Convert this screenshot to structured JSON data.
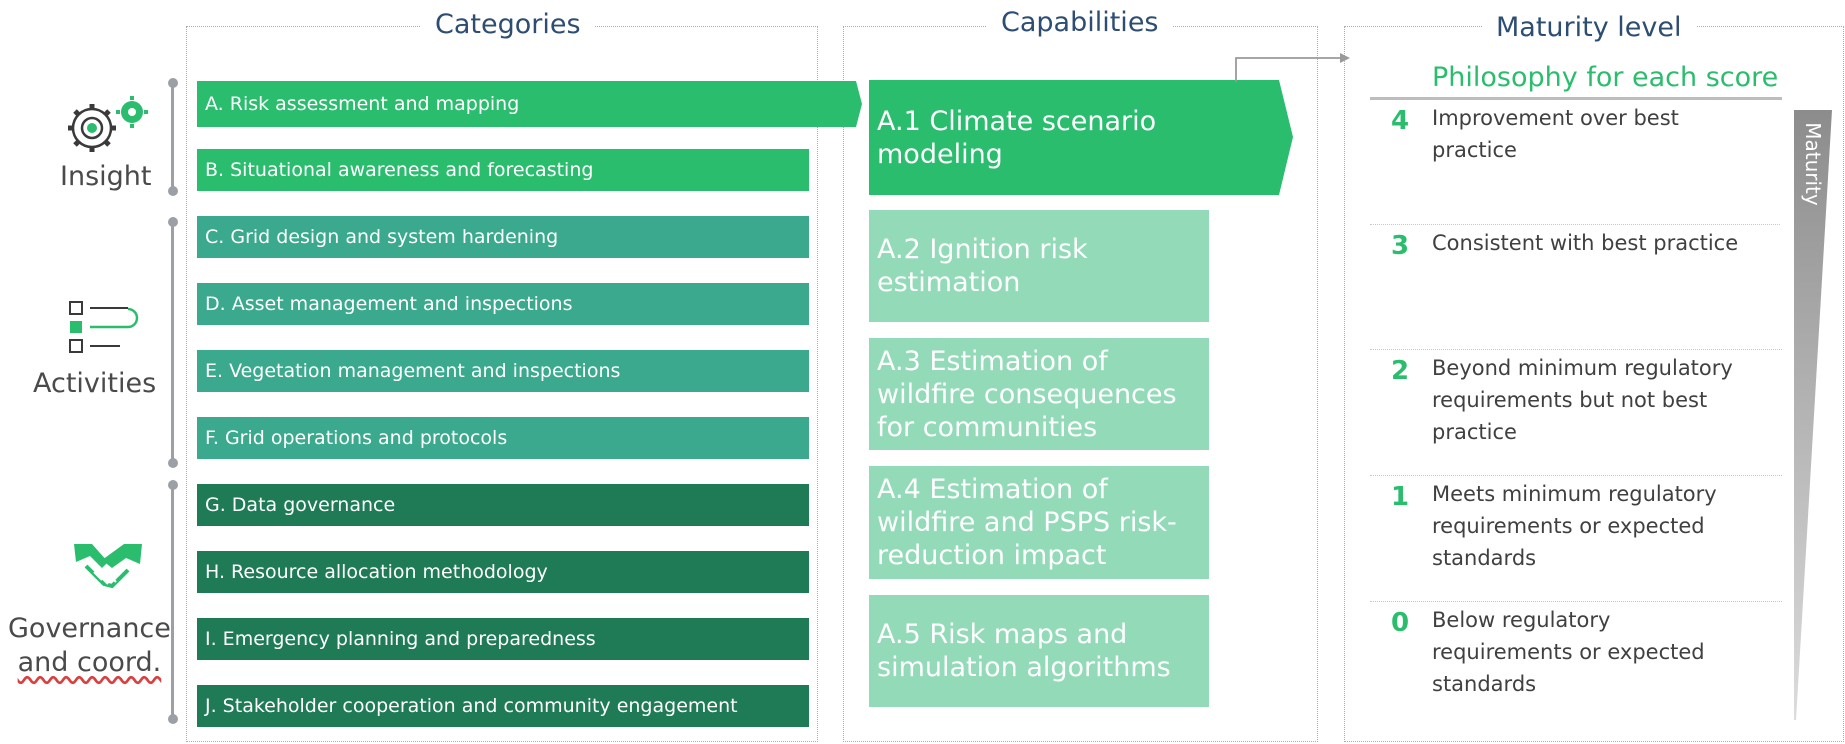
{
  "headers": {
    "categories": "Categories",
    "capabilities": "Capabilities",
    "maturity": "Maturity level"
  },
  "groups": {
    "insight": "Insight",
    "activities": "Activities",
    "governance_line1": "Governance",
    "governance_line2": "and coord."
  },
  "categories": [
    "A. Risk assessment and mapping",
    "B. Situational awareness and forecasting",
    "C. Grid design and system hardening",
    "D. Asset management and inspections",
    "E. Vegetation management and inspections",
    "F. Grid operations and protocols",
    "G. Data governance",
    "H. Resource allocation methodology",
    "I. Emergency planning and preparedness",
    "J. Stakeholder cooperation and community engagement"
  ],
  "capabilities": [
    "A.1 Climate scenario modeling",
    "A.2 Ignition risk estimation",
    "A.3 Estimation of wildfire consequences for communities",
    "A.4 Estimation of wildfire and PSPS risk-reduction impact",
    "A.5 Risk maps and simulation algorithms"
  ],
  "maturity": {
    "philosophy_title": "Philosophy for each score",
    "axis_label": "Maturity",
    "scores": [
      {
        "score": "4",
        "text": "Improvement over best practice"
      },
      {
        "score": "3",
        "text": "Consistent with best practice"
      },
      {
        "score": "2",
        "text": "Beyond minimum regulatory requirements but not best practice"
      },
      {
        "score": "1",
        "text": "Meets minimum regulatory requirements or expected standards"
      },
      {
        "score": "0",
        "text": "Below regulatory requirements or expected standards"
      }
    ]
  },
  "colors": {
    "bright_green": "#2bbd6e",
    "teal_green": "#3ba98d",
    "dark_green": "#1f7a56",
    "light_green": "#93dab9",
    "title_blue": "#2e4d73"
  }
}
